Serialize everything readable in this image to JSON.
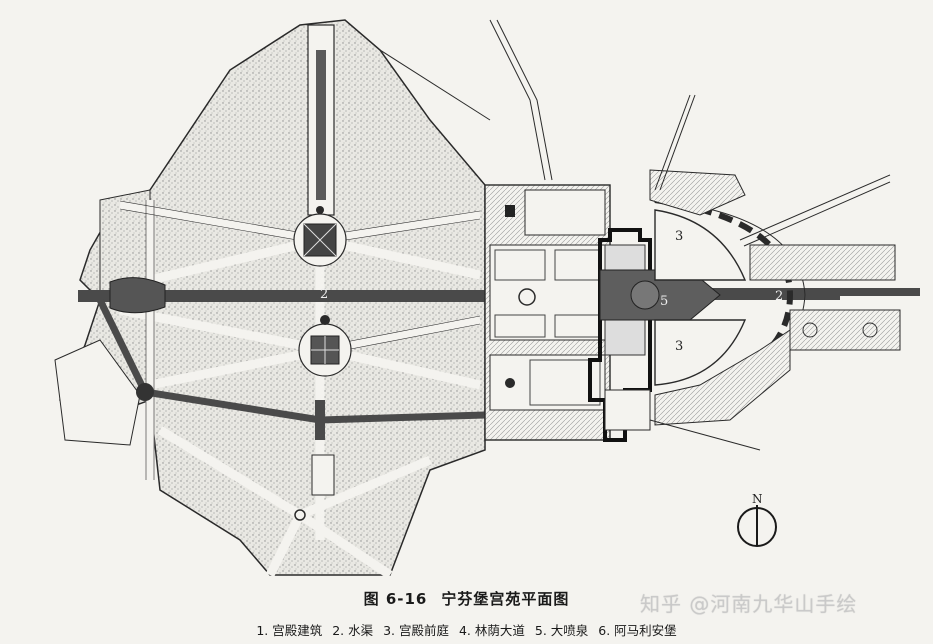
{
  "figure": {
    "number": "图 6-16",
    "title": "宁芬堡宫苑平面图"
  },
  "legend": [
    "1. 宫殿建筑",
    "2. 水渠",
    "3. 宫殿前庭",
    "4. 林荫大道",
    "5. 大喷泉",
    "6. 阿马利安堡"
  ],
  "map_labels": {
    "canal_west": "2",
    "canal_east": "2",
    "forecourt_north": "3",
    "forecourt_south": "3",
    "fountain": "5",
    "north_arrow": "N"
  },
  "watermark": "知乎 @河南九华山手绘",
  "colors": {
    "ink": "#2a2a2a",
    "canal": "#4a4a4a",
    "paper": "#f4f3ef",
    "stipple": "#9a9a9a"
  }
}
